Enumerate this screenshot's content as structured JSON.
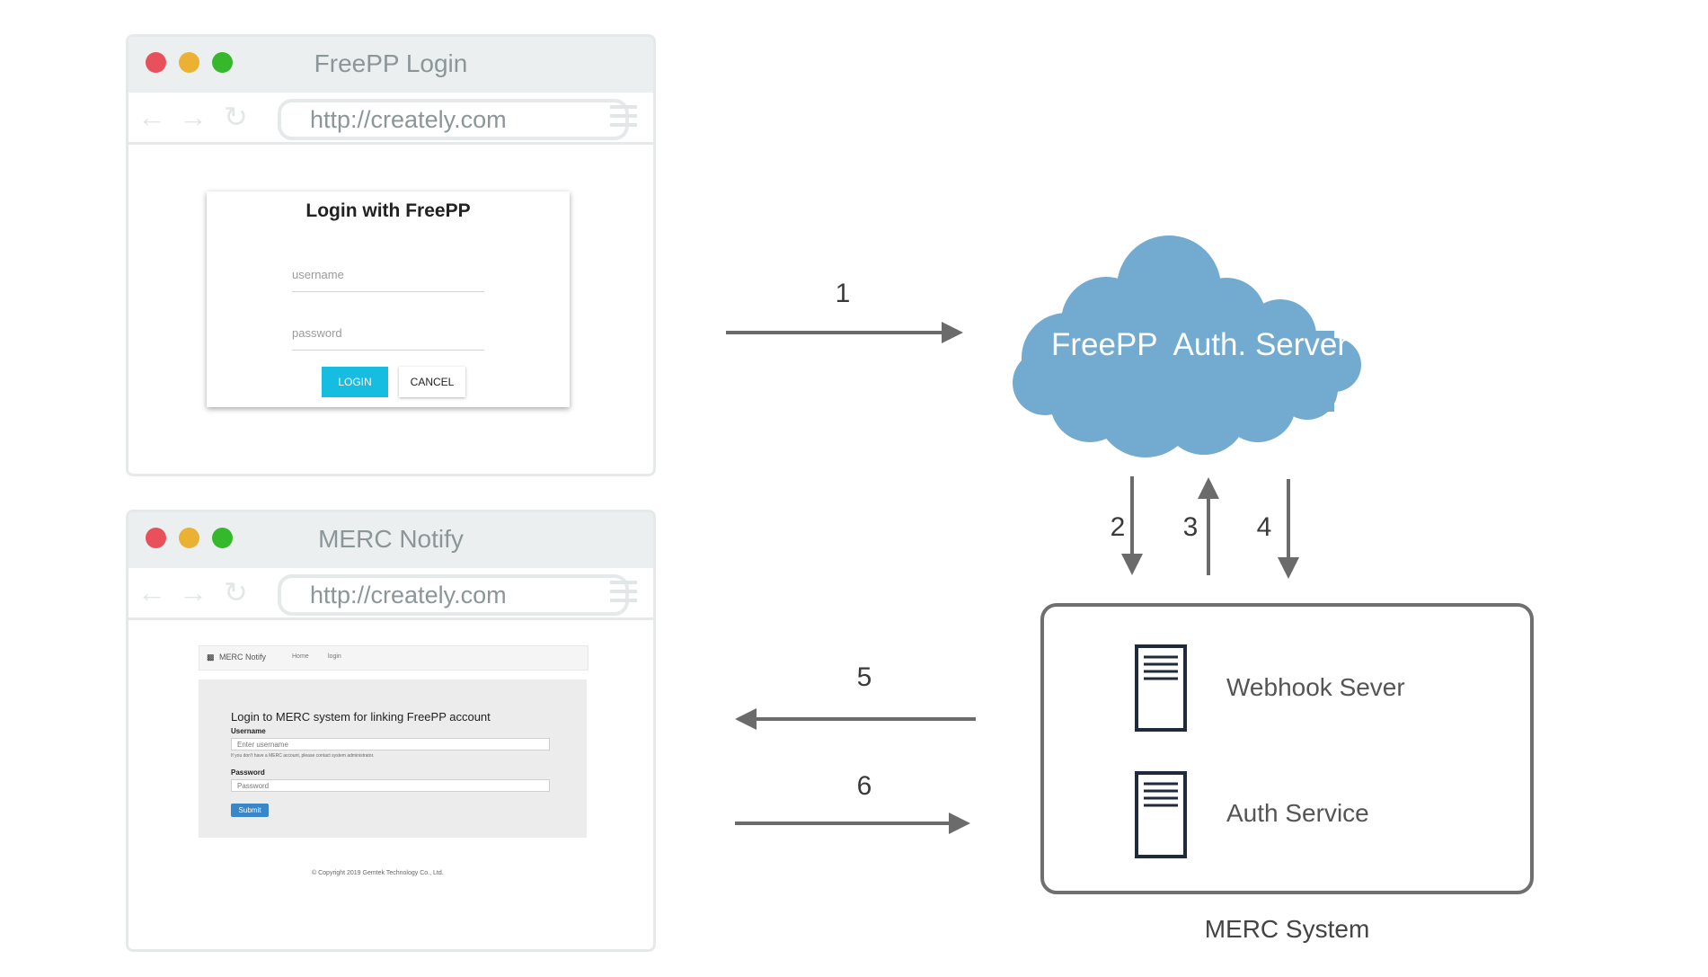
{
  "windows": {
    "freepp": {
      "title": "FreePP Login",
      "url": "http://creately.com",
      "dialog": {
        "title": "Login with FreePP",
        "username_placeholder": "username",
        "password_placeholder": "password",
        "login_label": "LOGIN",
        "cancel_label": "CANCEL"
      }
    },
    "merc": {
      "title": "MERC  Notify",
      "url": "http://creately.com",
      "page": {
        "brand": "MERC Notify",
        "nav_home": "Home",
        "nav_login": "login",
        "heading": "Login to MERC system for linking FreePP account",
        "username_label": "Username",
        "username_placeholder": "Enter username",
        "help_text": "If you don't have a MERC account, please contact system administrator.",
        "password_label": "Password",
        "password_placeholder": "Password",
        "submit_label": "Submit",
        "copyright": "© Copyright 2019 Gemtek Technology Co., Ltd."
      }
    }
  },
  "cloud": {
    "label": "FreePP  Auth. Server",
    "color": "#72abcf"
  },
  "arrows": [
    "1",
    "2",
    "3",
    "4",
    "5",
    "6"
  ],
  "merc_system": {
    "caption": "MERC System",
    "servers": [
      "Webhook Sever",
      "Auth Service"
    ]
  },
  "colors": {
    "dot_red": "#e8505b",
    "dot_yellow": "#eab132",
    "dot_green": "#36b82c",
    "arrow": "#6b6b6b"
  }
}
